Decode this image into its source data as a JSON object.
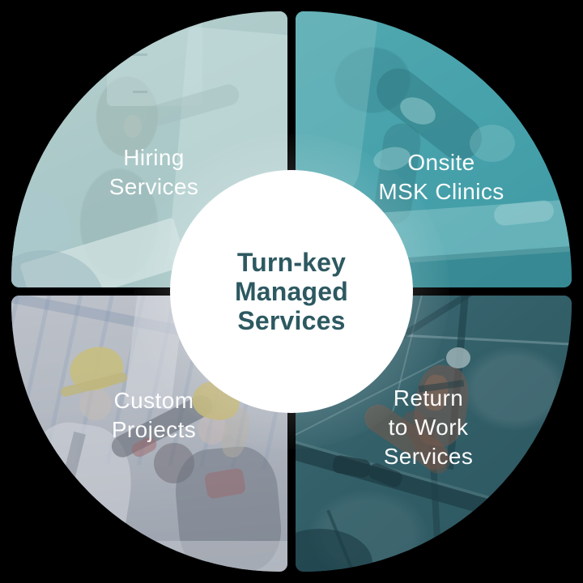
{
  "canvas": {
    "background": "#000000"
  },
  "center": {
    "lines": [
      "Turn-key",
      "Managed",
      "Services"
    ],
    "text_color": "#2d5961",
    "circle_color": "#ffffff"
  },
  "quadrants": [
    {
      "id": "hiring-services",
      "position": "top-left",
      "lines": [
        "Hiring",
        "Services"
      ],
      "overlay_color": "#a9c6c6",
      "label_color": "#ffffff"
    },
    {
      "id": "onsite-msk-clinics",
      "position": "top-right",
      "lines": [
        "Onsite",
        "MSK Clinics"
      ],
      "overlay_color": "#4aa3ad",
      "label_color": "#ffffff"
    },
    {
      "id": "custom-projects",
      "position": "bottom-left",
      "lines": [
        "Custom",
        "Projects"
      ],
      "overlay_color": "#9fa6ae",
      "label_color": "#ffffff"
    },
    {
      "id": "return-to-work-services",
      "position": "bottom-right",
      "lines": [
        "Return",
        "to Work",
        "Services"
      ],
      "overlay_color": "#36606a",
      "label_color": "#ffffff"
    }
  ]
}
